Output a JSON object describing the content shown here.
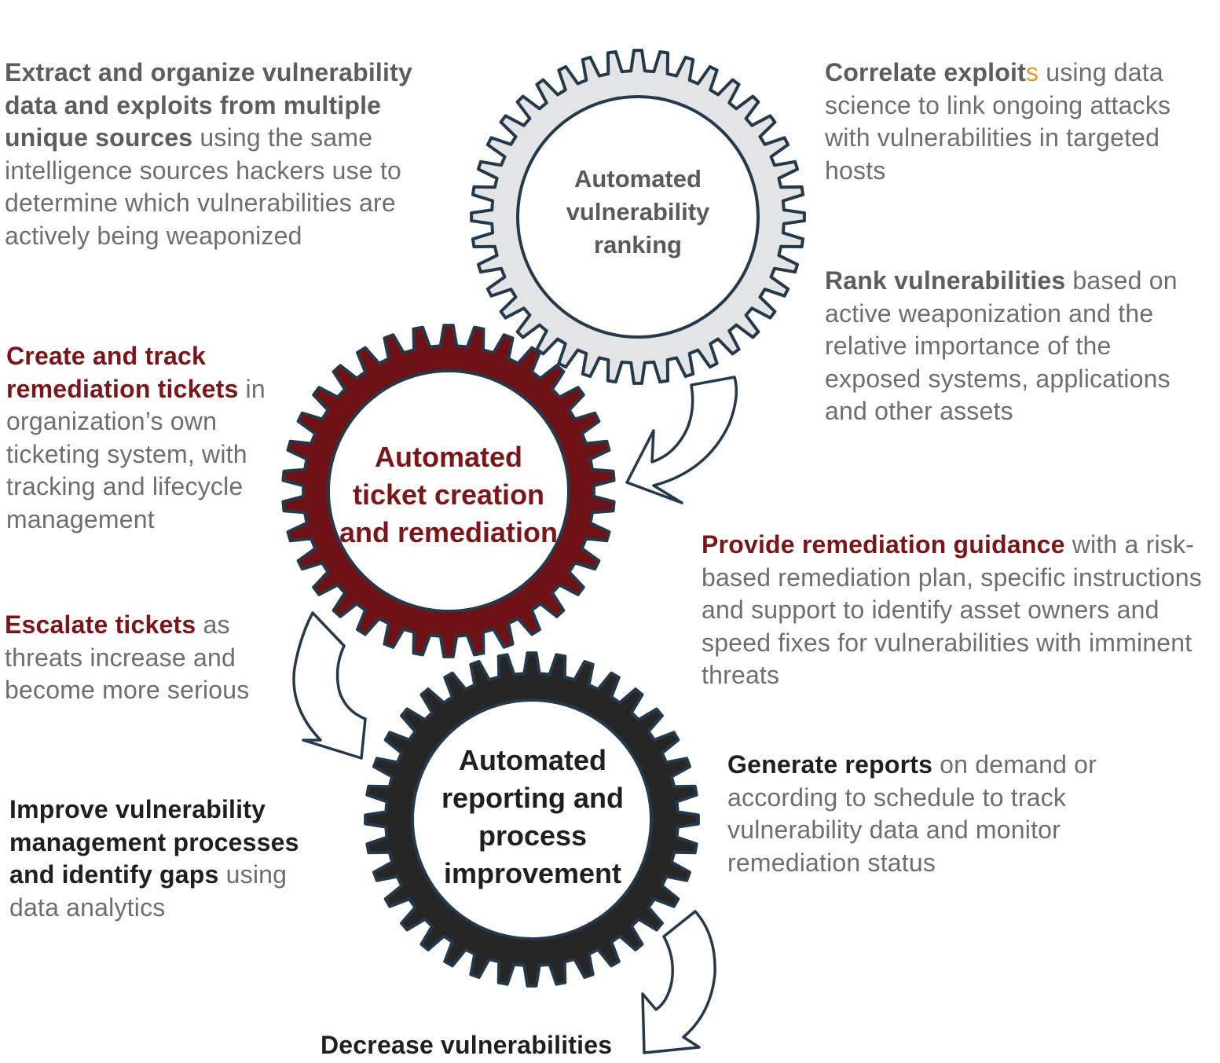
{
  "gears": [
    {
      "id": "ranking",
      "label": "Automated vulnerability ranking",
      "fill": "#e3e4e5",
      "stroke": "#243a4c",
      "text_color": "#5a5a5a"
    },
    {
      "id": "ticket",
      "label": "Automated ticket creation and remediation",
      "fill": "#6e1216",
      "stroke": "#243a4c",
      "text_color": "#7a1519"
    },
    {
      "id": "reporting",
      "label": "Automated reporting and process improvement",
      "fill": "#262626",
      "stroke": "#243a4c",
      "text_color": "#1f1f1f"
    }
  ],
  "notes": {
    "extract": {
      "bold": "Extract and organize vulnerability data and exploits from multiple unique sources",
      "rest": " using the same intelligence sources hackers use to determine which vulnerabilities are actively being weaponized"
    },
    "correlate": {
      "bold": "Correlate exploit",
      "accent": "s",
      "rest": " using data science to link ongoing attacks with vulnerabilities in targeted hosts"
    },
    "rank": {
      "bold": "Rank vulnerabilities",
      "rest": " based on active weaponization and the relative importance of the exposed systems, applications and other assets"
    },
    "create": {
      "bold": "Create and track remediation tickets",
      "rest": " in organization’s own ticketing system, with tracking and lifecycle management"
    },
    "guidance": {
      "bold": "Provide remediation guidance",
      "rest": " with a risk-based remediation plan, specific instructions and support to identify asset owners and speed fixes for vulnerabilities with imminent threats"
    },
    "escalate": {
      "bold": "Escalate tickets",
      "rest": " as threats increase and become more serious"
    },
    "generate": {
      "bold": "Generate reports",
      "rest": " on demand or according to schedule to track vulnerability data and monitor remediation status"
    },
    "improve": {
      "bold": "Improve vulnerability management processes and identify gaps",
      "rest": " using data analytics"
    },
    "decrease": {
      "bold": "Decrease vulnerabilities"
    }
  },
  "colors": {
    "accent_orange": "#e8962e",
    "dark_red": "#7a1519",
    "arrow_stroke": "#243a4c",
    "body_gray": "#6e6e6e"
  }
}
